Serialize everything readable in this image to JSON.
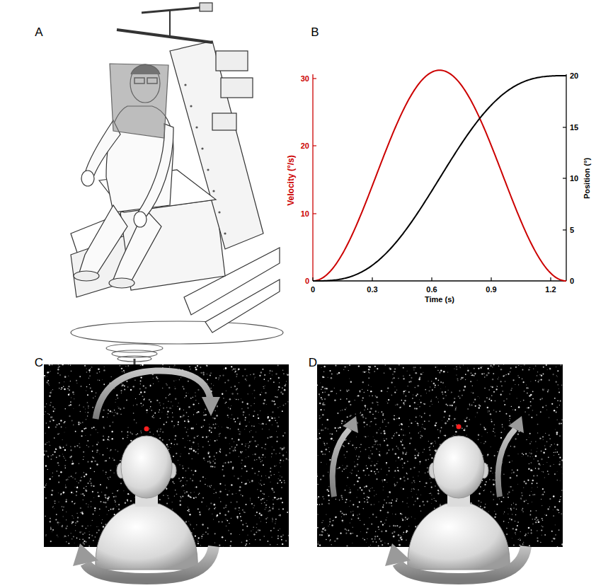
{
  "diagram": {
    "labels": [
      "A",
      "B",
      "Velocity (°/s)",
      "30",
      "20",
      "10",
      "0",
      "20",
      "15",
      "10",
      "5",
      "0",
      "0",
      "0.3",
      "0.6",
      "0.9",
      "1.2",
      "Time (s)",
      "Position (°)",
      "C",
      "D"
    ]
  }
}
